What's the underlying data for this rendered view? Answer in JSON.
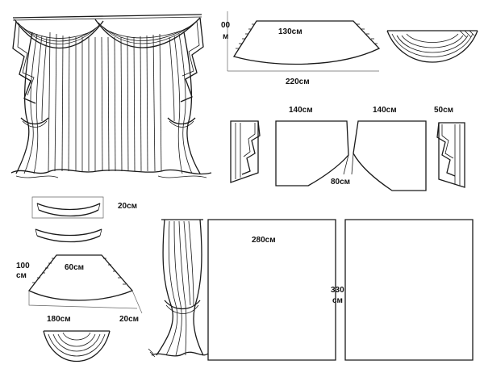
{
  "labels": {
    "swag_top_width": "130см",
    "swag_drop_left": "00",
    "swag_drop_left_unit": "м",
    "swag_bottom_width": "220см",
    "panel_left_width": "140см",
    "panel_right_width": "140см",
    "jabot_width": "50см",
    "panel_gap_drop": "80см",
    "tieback_height": "20см",
    "small_swag_drop": "100",
    "small_swag_drop_unit": "см",
    "small_swag_top": "60см",
    "small_swag_bottom": "180см",
    "small_swag_side": "20см",
    "curtain_width": "280см",
    "curtain_height": "330",
    "curtain_height_unit": "см"
  },
  "icons": {
    "main": "drapery-composition-icon",
    "swag": "swag-folded-icon",
    "jabot": "jabot-icon",
    "curtain": "side-curtain-icon"
  }
}
